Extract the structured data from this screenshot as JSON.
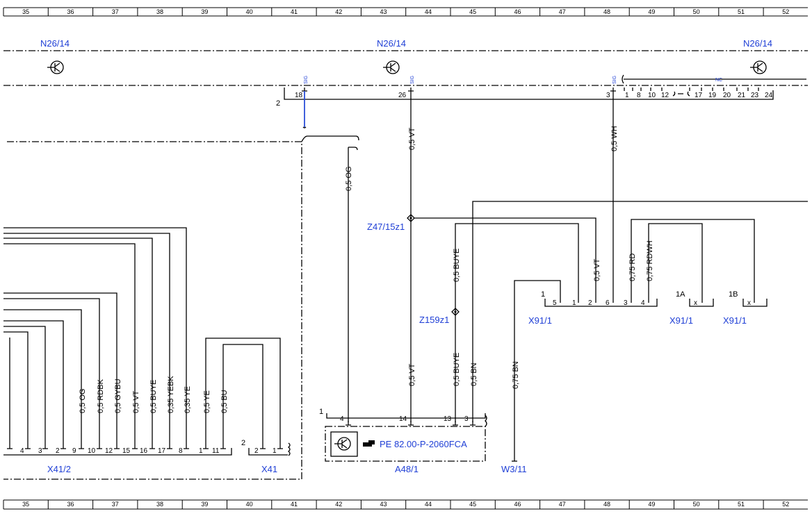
{
  "grid_columns": [
    "35",
    "36",
    "37",
    "38",
    "39",
    "40",
    "41",
    "42",
    "43",
    "44",
    "45",
    "46",
    "47",
    "48",
    "49",
    "50",
    "51",
    "52"
  ],
  "modules": {
    "n26_left": "N26/14",
    "n26_mid": "N26/14",
    "n26_right": "N26/14"
  },
  "sig_label": "SIG",
  "nc_label": "NC",
  "top_connector": {
    "shell": "2",
    "pins": [
      "18",
      "26",
      "3",
      "1",
      "8",
      "10",
      "12",
      "17",
      "19",
      "20",
      "21",
      "23",
      "24"
    ]
  },
  "wires": {
    "og": "0,5 OG",
    "vt_top": "0,5 VT",
    "wh": "0,5 WH",
    "buye_mid": "0,5 BUYE",
    "vt_right": "0,5 VT",
    "rd": "0,75 RD",
    "rdwh": "0,75 RDWH",
    "vt_low": "0,5 VT",
    "buye_low": "0,5 BUYE",
    "bn_low": "0,5 BN",
    "bn75": "0,75 BN",
    "x41_og": "0,5 OG",
    "x41_rdbk": "0,5 RDBK",
    "x41_gybu": "0,5 GYBU",
    "x41_vt": "0,5 VT",
    "x41_buye": "0,5 BUYE",
    "x41_yebk": "0,35 YEBK",
    "x41_ye35": "0,35 YE",
    "x41_ye": "0,5 YE",
    "x41_bu": "0,5 BU"
  },
  "splices": {
    "z47": "Z47/15z1",
    "z159": "Z159z1"
  },
  "x91": {
    "main": "X91/1",
    "shell": "1",
    "pins": [
      "5",
      "1",
      "2",
      "6",
      "3",
      "4"
    ],
    "label_1a": "1A",
    "label_1b": "1B",
    "x_mark": "x",
    "conn_1a": "X91/1",
    "conn_1b": "X91/1"
  },
  "x41_2": {
    "label": "X41/2",
    "pins": [
      "4",
      "3",
      "2",
      "9",
      "10",
      "12",
      "15",
      "16",
      "17",
      "8",
      "1",
      "11"
    ]
  },
  "x41": {
    "label": "X41",
    "shell": "2",
    "pins": [
      "2",
      "1"
    ]
  },
  "a48": {
    "label": "A48/1",
    "shell": "1",
    "pins": [
      "4",
      "14",
      "13",
      "3"
    ],
    "reference": "PE 82.00-P-2060FCA"
  },
  "w3": "W3/11",
  "colors": {
    "label_blue": "#1f3fd6",
    "sig_wire": "#2b4fd8"
  },
  "icons": {
    "module": "transistor-icon",
    "reference": "pointing-hand-icon"
  }
}
